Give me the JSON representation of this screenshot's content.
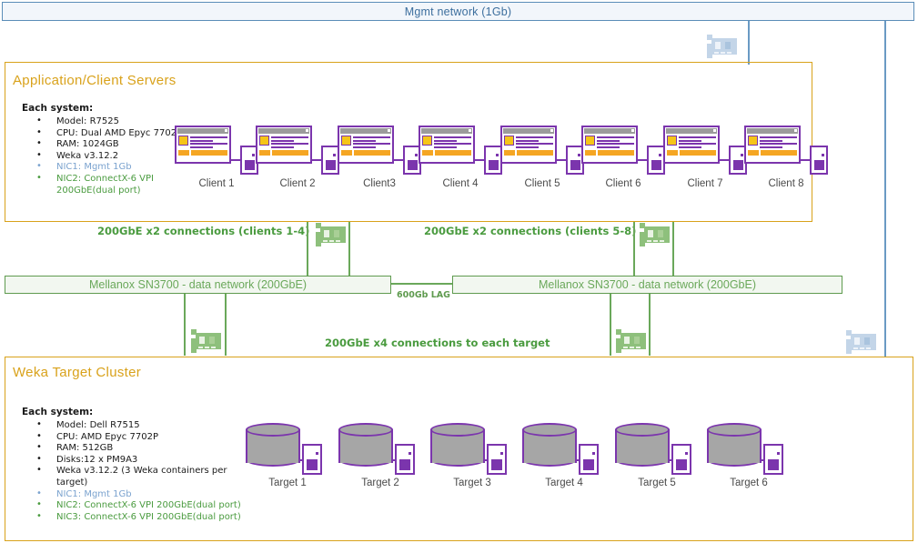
{
  "mgmt_network": {
    "label": "Mgmt network (1Gb)",
    "color": "#5b8db8"
  },
  "client_group": {
    "title": "Application/Client Servers",
    "color": "#d9a21b",
    "spec_heading": "Each system:",
    "specs": [
      {
        "text": "Model: R7525",
        "color": "black"
      },
      {
        "text": "CPU: Dual AMD Epyc 7702",
        "color": "black"
      },
      {
        "text": "RAM: 1024GB",
        "color": "black"
      },
      {
        "text": "Weka v3.12.2",
        "color": "black"
      },
      {
        "text": "NIC1: Mgmt 1Gb",
        "color": "blue"
      },
      {
        "text": "NIC2: ConnectX-6 VPI\n200GbE(dual port)",
        "color": "green"
      }
    ],
    "nodes": [
      {
        "label": "Client 1"
      },
      {
        "label": "Client 2"
      },
      {
        "label": "Client3"
      },
      {
        "label": "Client 4"
      },
      {
        "label": "Client 5"
      },
      {
        "label": "Client 6"
      },
      {
        "label": "Client 7"
      },
      {
        "label": "Client 8"
      }
    ]
  },
  "target_group": {
    "title": "Weka Target Cluster",
    "color": "#d9a21b",
    "spec_heading": "Each system:",
    "specs": [
      {
        "text": "Model: Dell R7515",
        "color": "black"
      },
      {
        "text": "CPU: AMD Epyc 7702P",
        "color": "black"
      },
      {
        "text": "RAM: 512GB",
        "color": "black"
      },
      {
        "text": "Disks:12 x PM9A3",
        "color": "black"
      },
      {
        "text": "Weka v3.12.2 (3 Weka containers per\ntarget)",
        "color": "black"
      },
      {
        "text": "NIC1: Mgmt 1Gb",
        "color": "blue"
      },
      {
        "text": "NIC2: ConnectX-6 VPI 200GbE(dual port)",
        "color": "green"
      },
      {
        "text": "NIC3: ConnectX-6 VPI 200GbE(dual port)",
        "color": "green"
      }
    ],
    "nodes": [
      {
        "label": "Target 1"
      },
      {
        "label": "Target 2"
      },
      {
        "label": "Target 3"
      },
      {
        "label": "Target 4"
      },
      {
        "label": "Target 5"
      },
      {
        "label": "Target 6"
      }
    ]
  },
  "switches": [
    {
      "label": "Mellanox SN3700 - data network (200GbE)"
    },
    {
      "label": "Mellanox SN3700 - data network (200GbE)"
    }
  ],
  "lag": {
    "label": "600Gb LAG"
  },
  "connections": [
    {
      "label": "200GbE x2 connections (clients 1-4)"
    },
    {
      "label": "200GbE x2 connections (clients 5-8)"
    },
    {
      "label": "200GbE x4 connections to each target"
    }
  ],
  "icons": {
    "nic_card": "nic-card-icon",
    "client": "desktop-computer-icon",
    "target": "storage-cylinder-icon"
  },
  "colors": {
    "mgmt_blue": "#5b8db8",
    "group_orange": "#d9a21b",
    "data_green": "#4a9b3f",
    "switch_green": "#6aa85a",
    "node_purple": "#7b35ad"
  }
}
